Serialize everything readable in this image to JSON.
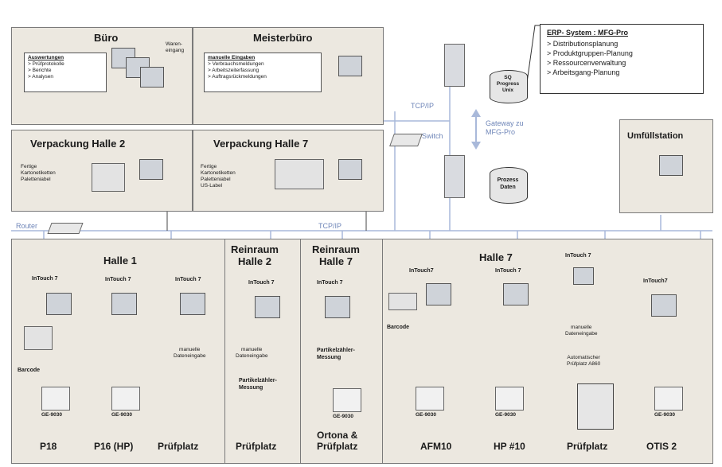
{
  "top": {
    "buero": {
      "title": "Büro",
      "side": "Waren-\neingang",
      "list_title": "Auswertungen",
      "items": [
        "Prüfprotokolle",
        "Berichte",
        "Analysen"
      ]
    },
    "meister": {
      "title": "Meisterbüro",
      "list_title": "manuelle Eingaben",
      "items": [
        "Verbrauchsmeldungen",
        "Arbeitszeiterfassung",
        "Auftragsrückmeldungen"
      ]
    },
    "vh2": {
      "title": "Verpackung Halle 2",
      "text": "Fertige\nKartonetiketten\nPaletteniabel"
    },
    "vh7": {
      "title": "Verpackung Halle 7",
      "text": "Fertige\nKartonetiketten\nPaletteniabel\nUS-Label"
    },
    "umfuell": {
      "title": "Umfüllstation"
    }
  },
  "erp": {
    "title": "ERP- System : MFG-Pro",
    "items": [
      "Distributionsplanung",
      "Produktgruppen-Planung",
      "Ressourcenverwaltung",
      "Arbeitsgang-Planung"
    ]
  },
  "db1": "SQ\nProgress\nUnix",
  "db2": "Prozess\nDaten",
  "net": {
    "tcpip1": "TCP/IP",
    "switch": "Switch",
    "gateway": "Gateway zu\nMFG-Pro",
    "router": "Router",
    "tcpip2": "TCP/IP"
  },
  "lower": {
    "halle1": "Halle 1",
    "rein2": "Reinraum\nHalle 2",
    "rein7": "Reinraum\nHalle 7",
    "halle7": "Halle 7",
    "intouch": "InTouch 7",
    "intouch_b": "InTouch7",
    "barcode": "Barcode",
    "manual": "manuelle\nDateneingabe",
    "partikel": "Partikelzähler-\nMessung",
    "auto": "Automatischer\nPrüfplatz A860",
    "ge": "GE-9030"
  },
  "bottom": [
    "P18",
    "P16 (HP)",
    "Prüfplatz",
    "Prüfplatz",
    "Ortona &\nPrüfplatz",
    "AFM10",
    "HP #10",
    "Prüfplatz",
    "OTIS 2"
  ],
  "colors": {
    "bg": "#ece8e0",
    "net": "#a9b9da",
    "label": "#6f86b8"
  }
}
